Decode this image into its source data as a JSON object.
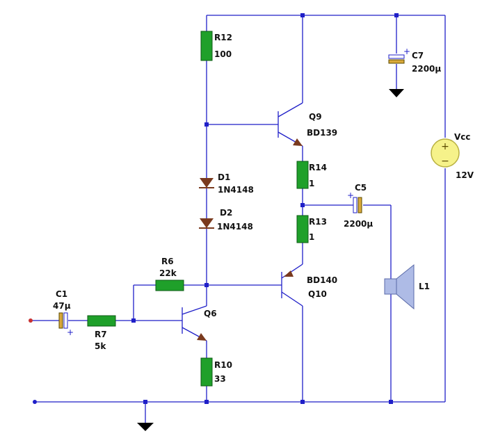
{
  "colors": {
    "wire": "#1f1fc8",
    "resistor": "#1fa02a",
    "diode": "#7a3a1e",
    "capacitor": "#d9a83a",
    "arrow": "#7a3a1e",
    "source": "#f6f28a",
    "speaker": "#aebbe6",
    "ground": "#000000"
  },
  "components": {
    "r12": {
      "name": "R12",
      "value": "100"
    },
    "r14": {
      "name": "R14",
      "value": "1"
    },
    "r13": {
      "name": "R13",
      "value": "1"
    },
    "r6": {
      "name": "R6",
      "value": "22k"
    },
    "r7": {
      "name": "R7",
      "value": "5k"
    },
    "r10": {
      "name": "R10",
      "value": "33"
    },
    "d1": {
      "name": "D1",
      "value": "1N4148"
    },
    "d2": {
      "name": "D2",
      "value": "1N4148"
    },
    "q9": {
      "name": "Q9",
      "value": "BD139"
    },
    "q10": {
      "name": "Q10",
      "value": "BD140"
    },
    "q6": {
      "name": "Q6"
    },
    "c1": {
      "name": "C1",
      "value": "47µ"
    },
    "c5": {
      "name": "C5",
      "value": "2200µ"
    },
    "c7": {
      "name": "C7",
      "value": "2200µ"
    },
    "vcc": {
      "name": "Vcc",
      "value": "12V"
    },
    "l1": {
      "name": "L1"
    }
  },
  "polarity": {
    "plus": "+",
    "minus": "−"
  }
}
